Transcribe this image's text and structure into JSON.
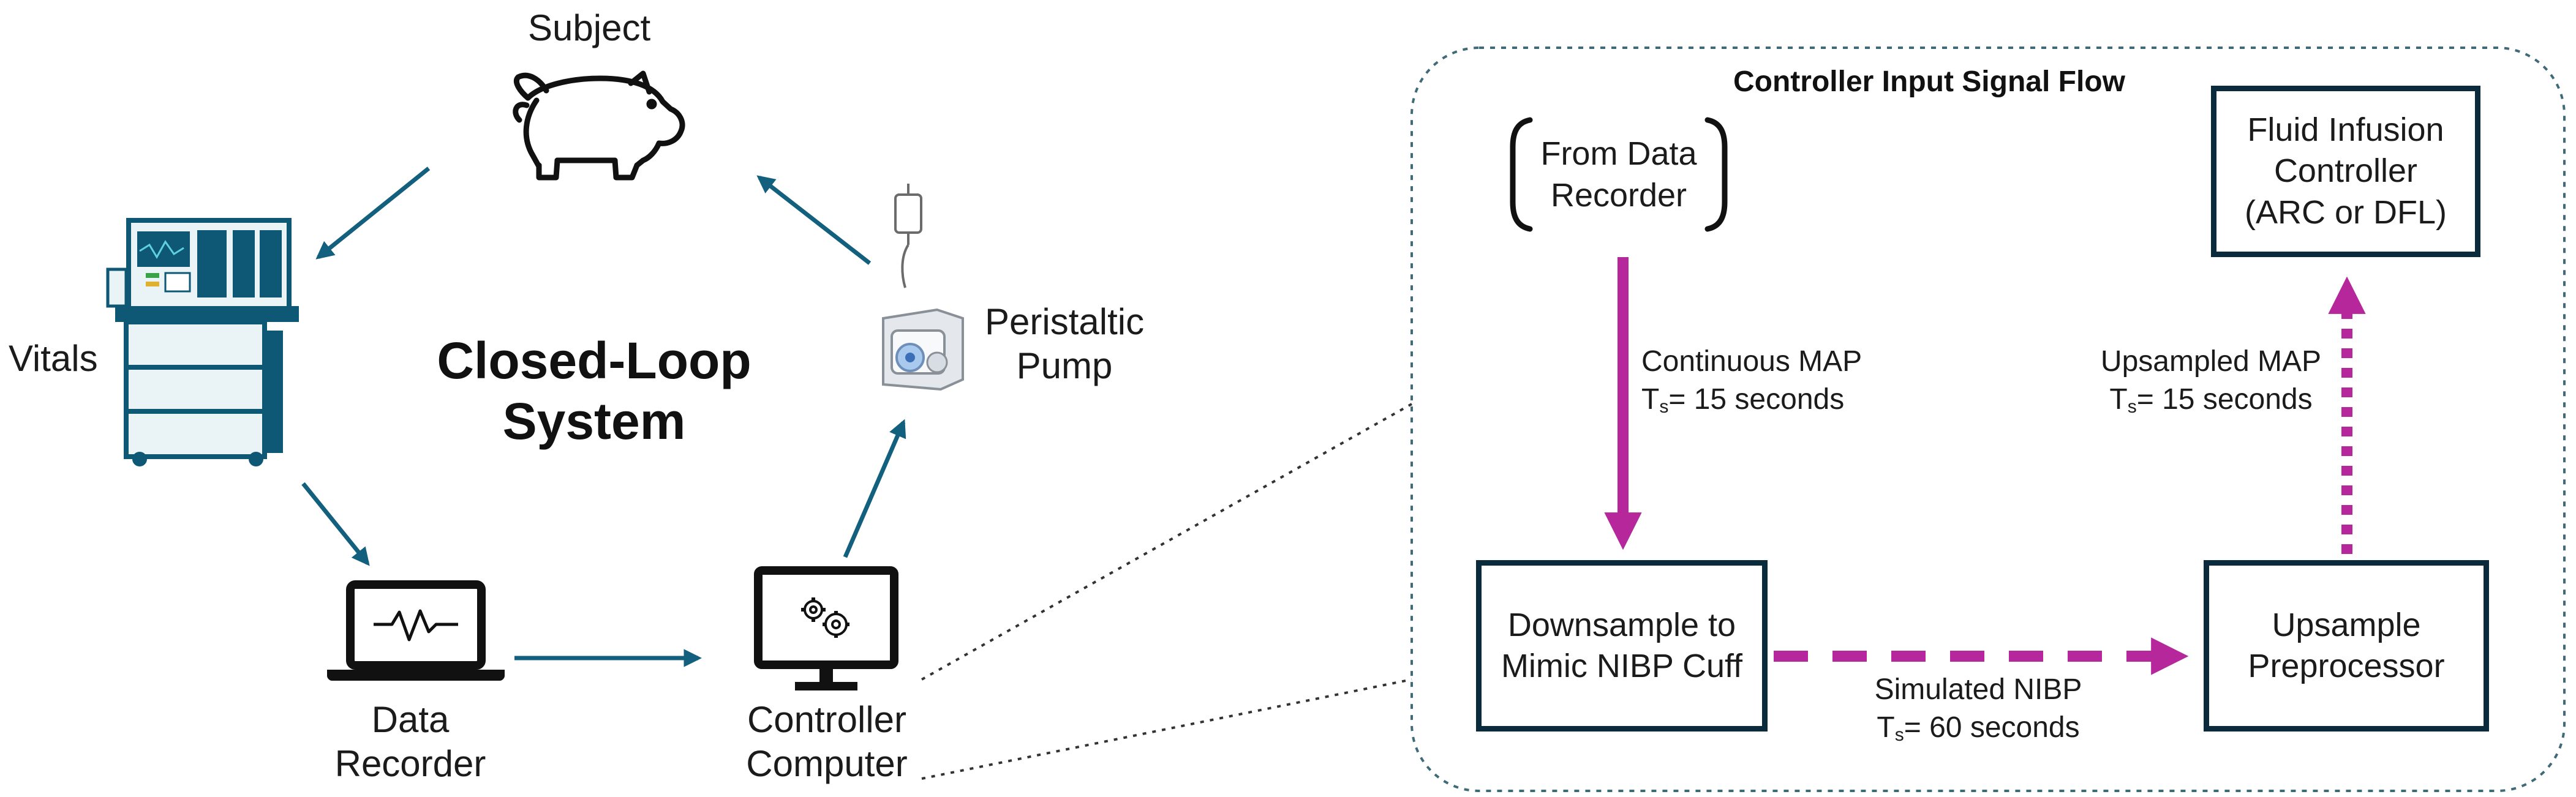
{
  "loop": {
    "title_line1": "Closed-Loop",
    "title_line2": "System",
    "subject_label": "Subject",
    "vitals_label": "Vitals",
    "pump_label_line1": "Peristaltic",
    "pump_label_line2": "Pump",
    "recorder_label_line1": "Data",
    "recorder_label_line2": "Recorder",
    "controller_label_line1": "Controller",
    "controller_label_line2": "Computer"
  },
  "flow": {
    "title": "Controller Input Signal Flow",
    "source_line1": "From Data",
    "source_line2": "Recorder",
    "fic_line1": "Fluid Infusion",
    "fic_line2": "Controller",
    "fic_line3": "(ARC or DFL)",
    "downsample_line1": "Downsample to",
    "downsample_line2": "Mimic NIBP Cuff",
    "upsample_line1": "Upsample",
    "upsample_line2": "Preprocessor",
    "cont_map": "Continuous MAP",
    "cont_map_ts": "= 15 seconds",
    "up_map": "Upsampled MAP",
    "up_map_ts": "= 15 seconds",
    "sim_nibp": "Simulated NIBP",
    "sim_nibp_ts": "= 60 seconds",
    "ts_T": "T",
    "ts_sub": "s"
  },
  "colors": {
    "teal_arrow": "#12607e",
    "magenta_arrow": "#b5279a",
    "box_border": "#0b2a3c",
    "dotted_border": "#3f6a78"
  },
  "icons": [
    "pig-icon",
    "anesthesia-machine-icon",
    "iv-bag-icon",
    "peristaltic-pump-icon",
    "laptop-waveform-icon",
    "monitor-gears-icon"
  ]
}
